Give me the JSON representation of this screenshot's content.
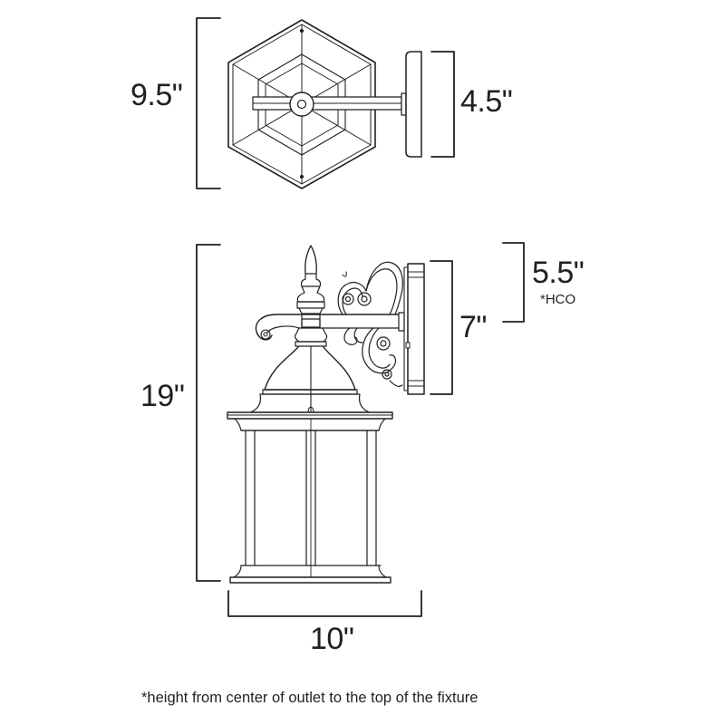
{
  "diagram": {
    "title": "Outdoor Wall Lantern Dimension Drawing",
    "stroke_color": "#231f20",
    "background": "#ffffff",
    "top_view": {
      "height_label": "9.5\"",
      "backplate_depth_label": "4.5\""
    },
    "side_view": {
      "overall_height_label": "19\"",
      "backplate_height_label": "7\"",
      "hco_label": "5.5\"",
      "hco_marker": "*HCO",
      "width_label": "10\""
    },
    "footnote": "*height from center of outlet to the top of the fixture"
  }
}
